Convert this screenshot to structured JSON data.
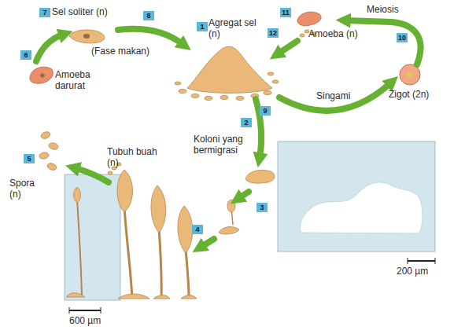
{
  "diagram": {
    "labels": [
      "7",
      "Sel soliter (n)",
      "8",
      "(Fase makan)",
      "1",
      "Agregat sel (n)",
      "11",
      "Amoeba (n)",
      "Meiosis",
      "10",
      "12",
      "6",
      "Zigot (2n)",
      "Amoeba darurat",
      "Singami",
      "9",
      "2",
      "Koloni yang bermigrasi",
      "Tubuh buah (n)",
      "5",
      "Spora (n)",
      "3",
      "4",
      "200 µm",
      "600 µm"
    ]
  }
}
